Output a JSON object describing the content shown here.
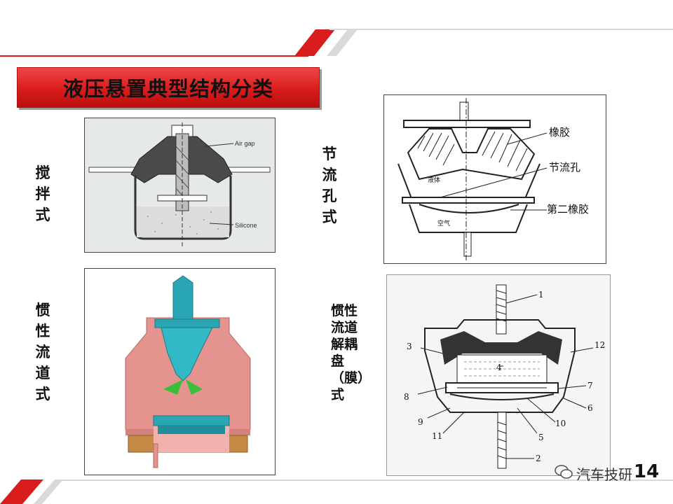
{
  "slide": {
    "title": "液压悬置典型结构分类",
    "page_number": "14",
    "watermark": "汽车技研"
  },
  "labels": {
    "stirring": "搅\n拌\n式",
    "orifice": "节\n流\n孔\n式",
    "inertia_track": "惯\n性\n流\n道\n式",
    "inertia_decoupler": "惯性\n流道\n解耦\n盘\n（膜）\n式"
  },
  "diagram_stirring": {
    "air_gap": "Air gap",
    "silicone": "Silicone"
  },
  "diagram_orifice": {
    "rubber": "橡胶",
    "orifice": "节流孔",
    "second_rubber": "第二橡胶",
    "liquid": "液体",
    "air": "空气"
  },
  "diagram_decoupler": {
    "callouts": [
      "1",
      "2",
      "3",
      "4",
      "5",
      "6",
      "7",
      "8",
      "9",
      "10",
      "11",
      "12"
    ]
  },
  "colors": {
    "accent_red": "#d91d1d",
    "teal": "#2aa6b4",
    "pink": "#e5938f",
    "bronze": "#c48a46",
    "green": "#3bbf3b"
  }
}
